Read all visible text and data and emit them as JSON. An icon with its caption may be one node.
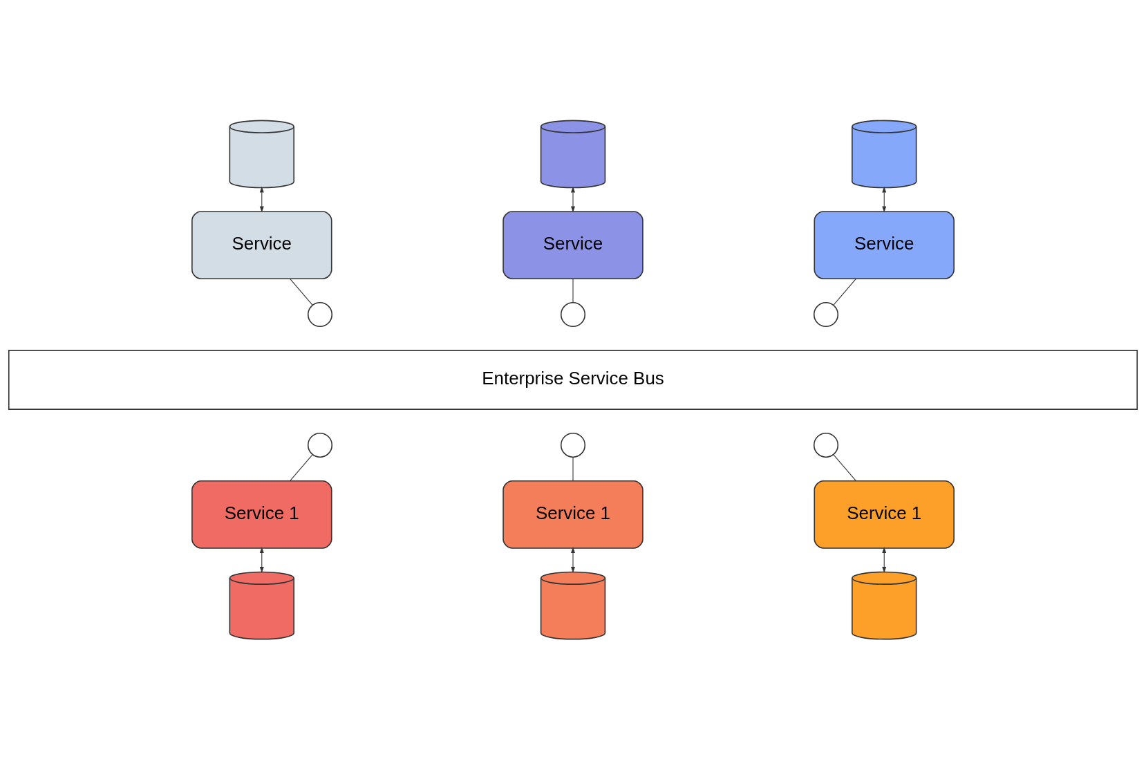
{
  "diagram": {
    "nodes": [
      {
        "text": [],
        "shape": "cylinder"
      },
      {
        "text": [],
        "shape": "cylinder"
      },
      {
        "text": [],
        "shape": "cylinder"
      },
      {
        "text": [
          "Service"
        ]
      },
      {
        "text": [
          "Service"
        ]
      },
      {
        "text": [
          "Service"
        ]
      },
      {
        "text": [],
        "shape": "circle"
      },
      {
        "text": [],
        "shape": "circle"
      },
      {
        "text": [],
        "shape": "circle"
      },
      {
        "text": [
          "Enterprise Service Bus"
        ]
      },
      {
        "text": [],
        "shape": "circle"
      },
      {
        "text": [],
        "shape": "circle"
      },
      {
        "text": [],
        "shape": "circle"
      },
      {
        "text": [
          "Service 1"
        ]
      },
      {
        "text": [
          "Service 1"
        ]
      },
      {
        "text": [
          "Service 1"
        ]
      },
      {
        "text": [],
        "shape": "cylinder"
      },
      {
        "text": [],
        "shape": "cylinder"
      },
      {
        "text": [],
        "shape": "cylinder"
      }
    ],
    "edges": [
      {
        "from": 0,
        "to": 3,
        "arrow": "both"
      },
      {
        "from": 1,
        "to": 4,
        "arrow": "both"
      },
      {
        "from": 2,
        "to": 5,
        "arrow": "both"
      },
      {
        "from": 3,
        "to": 6,
        "arrow": "none"
      },
      {
        "from": 4,
        "to": 7,
        "arrow": "none"
      },
      {
        "from": 5,
        "to": 8,
        "arrow": "none"
      },
      {
        "from": 10,
        "to": 13,
        "arrow": "none"
      },
      {
        "from": 11,
        "to": 14,
        "arrow": "none"
      },
      {
        "from": 12,
        "to": 15,
        "arrow": "none"
      },
      {
        "from": 13,
        "to": 16,
        "arrow": "both"
      },
      {
        "from": 14,
        "to": 17,
        "arrow": "both"
      },
      {
        "from": 15,
        "to": 18,
        "arrow": "both"
      }
    ]
  }
}
